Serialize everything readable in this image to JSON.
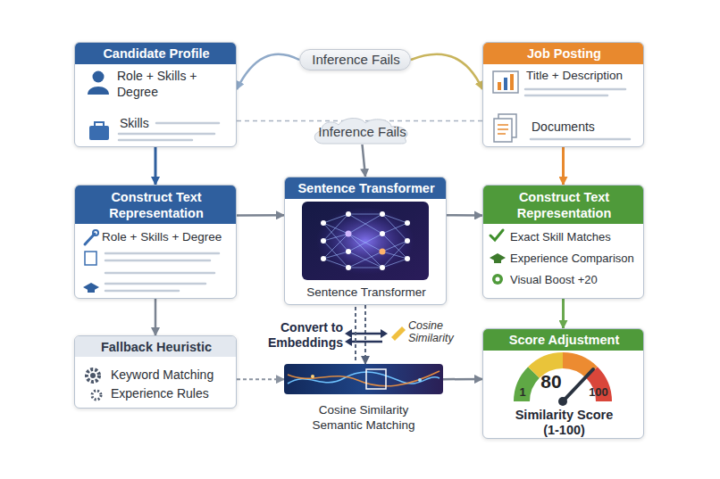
{
  "diagram": {
    "nodes": [
      {
        "text": [
          "Candidate Profile",
          "Role + Skills + Degree",
          "Skills"
        ]
      },
      {
        "text": [
          "Inference Fails"
        ]
      },
      {
        "text": [
          "Job Posting",
          "Title + Description",
          "Documents"
        ]
      },
      {
        "text": [
          "Inference Fails"
        ]
      },
      {
        "text": [
          "Construct Text Representation",
          "Role + Skills + Degree"
        ]
      },
      {
        "text": [
          "Sentence Transformer",
          "Sentence Transformer"
        ]
      },
      {
        "text": [
          "Construct Text Representation",
          "Exact Skill Matches",
          "Experience Comparison",
          "Visual Boost +20"
        ]
      },
      {
        "text": [
          "Fallback Heuristic",
          "Keyword Matching",
          "Experience Rules"
        ]
      },
      {
        "text": [
          "Cosine Similarity Semantic Matching"
        ]
      },
      {
        "text": [
          "Score Adjustment",
          "Similarity Score (1-100)"
        ]
      }
    ],
    "edges": [
      {
        "from": 0,
        "to": 4,
        "arrow": "to"
      },
      {
        "from": 1,
        "to": 0,
        "arrow": "to"
      },
      {
        "from": 1,
        "to": 2,
        "arrow": "to"
      },
      {
        "from": 0,
        "to": 2,
        "arrow": "none"
      },
      {
        "from": 3,
        "to": 5,
        "arrow": "to"
      },
      {
        "from": 2,
        "to": 6,
        "arrow": "to"
      },
      {
        "from": 4,
        "to": 5,
        "arrow": "to"
      },
      {
        "from": 5,
        "to": 6,
        "arrow": "to"
      },
      {
        "from": 4,
        "to": 7,
        "arrow": "to"
      },
      {
        "from": 5,
        "to": 8,
        "arrow": "to"
      },
      {
        "from": 7,
        "to": 8,
        "arrow": "to"
      },
      {
        "from": 8,
        "to": 9,
        "arrow": "to"
      },
      {
        "from": 6,
        "to": 9,
        "arrow": "to"
      }
    ],
    "labels": [
      "Convert to Embeddings",
      "Cosine Similarity",
      "1",
      "80",
      "100"
    ]
  }
}
